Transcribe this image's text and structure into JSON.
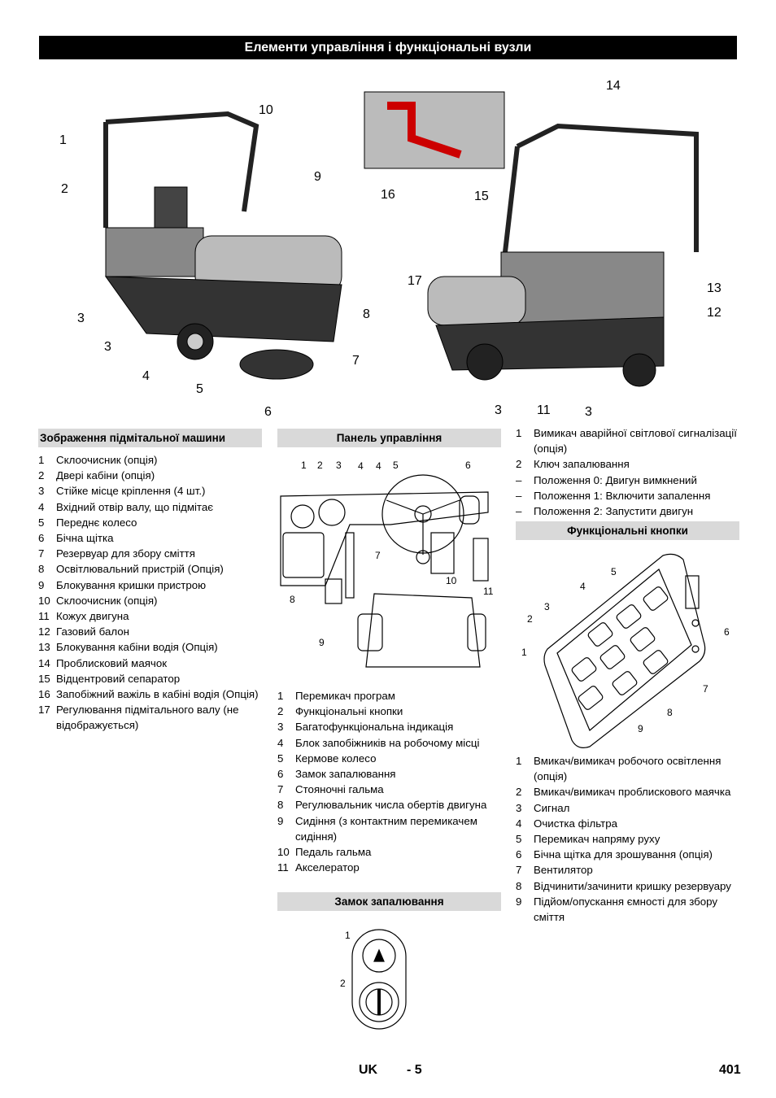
{
  "page_title": "Елементи управління і функціональні вузли",
  "left_photo_callouts": [
    "1",
    "2",
    "3",
    "3",
    "4",
    "5",
    "6",
    "7",
    "8",
    "9",
    "10"
  ],
  "right_photo_callouts": [
    "14",
    "16",
    "15",
    "17",
    "3",
    "11",
    "3",
    "13",
    "12"
  ],
  "col1": {
    "heading": "Зображення підмітальної машини",
    "items": [
      {
        "n": "1",
        "t": "Склоочисник (опція)"
      },
      {
        "n": "2",
        "t": "Двері кабіни (опція)"
      },
      {
        "n": "3",
        "t": "Стійке місце кріплення (4 шт.)"
      },
      {
        "n": "4",
        "t": "Вхідний отвір валу, що підмітає"
      },
      {
        "n": "5",
        "t": "Переднє колесо"
      },
      {
        "n": "6",
        "t": "Бічна щітка"
      },
      {
        "n": "7",
        "t": "Резервуар для збору сміття"
      },
      {
        "n": "8",
        "t": "Освітлювальний пристрій (Опція)"
      },
      {
        "n": "9",
        "t": "Блокування кришки пристрою"
      },
      {
        "n": "10",
        "t": "Склоочисник (опція)"
      },
      {
        "n": "11",
        "t": "Кожух двигуна"
      },
      {
        "n": "12",
        "t": "Газовий балон"
      },
      {
        "n": "13",
        "t": "Блокування кабіни водія (Опція)"
      },
      {
        "n": "14",
        "t": "Проблисковий маячок"
      },
      {
        "n": "15",
        "t": "Відцентровий сепаратор"
      },
      {
        "n": "16",
        "t": "Запобіжний важіль в кабіні водія (Опція)"
      },
      {
        "n": "17",
        "t": "Регулювання підмітального валу (не відображується)"
      }
    ]
  },
  "col2": {
    "heading": "Панель управління",
    "diagram_callouts": [
      "1",
      "2",
      "3",
      "4",
      "4",
      "5",
      "6",
      "7",
      "8",
      "9",
      "10",
      "11"
    ],
    "items": [
      {
        "n": "1",
        "t": "Перемикач програм"
      },
      {
        "n": "2",
        "t": "Функціональні кнопки"
      },
      {
        "n": "3",
        "t": "Багатофункціональна індикація"
      },
      {
        "n": "4",
        "t": "Блок запобіжників на робочому місці"
      },
      {
        "n": "5",
        "t": "Кермове колесо"
      },
      {
        "n": "6",
        "t": "Замок запалювання"
      },
      {
        "n": "7",
        "t": "Стояночні гальма"
      },
      {
        "n": "8",
        "t": "Регулювальник числа обертів двигуна"
      },
      {
        "n": "9",
        "t": "Сидіння (з контактним перемикачем сидіння)"
      },
      {
        "n": "10",
        "t": "Педаль гальма"
      },
      {
        "n": "11",
        "t": "Акселератор"
      }
    ],
    "heading2": "Замок запалювання",
    "lock_callouts": [
      "1",
      "2"
    ]
  },
  "col3": {
    "items": [
      {
        "n": "1",
        "t": "Вимикач аварійної світлової сигналізації (опція)"
      },
      {
        "n": "2",
        "t": "Ключ запалювання"
      },
      {
        "n": "–",
        "t": "Положення 0: Двигун вимкнений"
      },
      {
        "n": "–",
        "t": "Положення 1: Включити запалення"
      },
      {
        "n": "–",
        "t": "Положення 2: Запустити двигун"
      }
    ],
    "heading": "Функціональні кнопки",
    "diagram_callouts": [
      "1",
      "2",
      "3",
      "4",
      "5",
      "6",
      "7",
      "8",
      "9"
    ],
    "items2": [
      {
        "n": "1",
        "t": "Вмикач/вимикач робочого освітлення (опція)"
      },
      {
        "n": "2",
        "t": "Вмикач/вимикач проблискового маячка"
      },
      {
        "n": "3",
        "t": "Сигнал"
      },
      {
        "n": "4",
        "t": "Очистка фільтра"
      },
      {
        "n": "5",
        "t": "Перемикач напряму руху"
      },
      {
        "n": "6",
        "t": "Бічна щітка для зрошування (опція)"
      },
      {
        "n": "7",
        "t": "Вентилятор"
      },
      {
        "n": "8",
        "t": "Відчинити/зачинити кришку резервуару"
      },
      {
        "n": "9",
        "t": "Підйом/опускання ємності для збору сміття"
      }
    ]
  },
  "footer": {
    "lang": "UK",
    "page_local": "- 5",
    "page_num": "401"
  }
}
